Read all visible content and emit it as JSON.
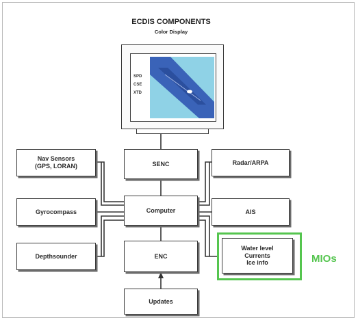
{
  "diagram": {
    "title": "ECDIS  COMPONENTS",
    "subtitle": "Color Display",
    "display_labels": [
      "SPD",
      "CSE",
      "XTD"
    ],
    "nodes": {
      "nav_sensors": [
        "Nav Sensors",
        "(GPS, LORAN)"
      ],
      "gyrocompass": "Gyrocompass",
      "depthsounder": "Depthsounder",
      "senc": "SENC",
      "computer": "Computer",
      "enc": "ENC",
      "updates": "Updates",
      "radar_arpa": "Radar/ARPA",
      "ais": "AIS",
      "water_info": [
        "Water level",
        "Currents",
        "Ice info"
      ]
    },
    "mios_label": "MIOs",
    "colors": {
      "chart_water": "#3a63b8",
      "chart_land": "#8fd2e6",
      "highlight": "#55c54f"
    }
  }
}
